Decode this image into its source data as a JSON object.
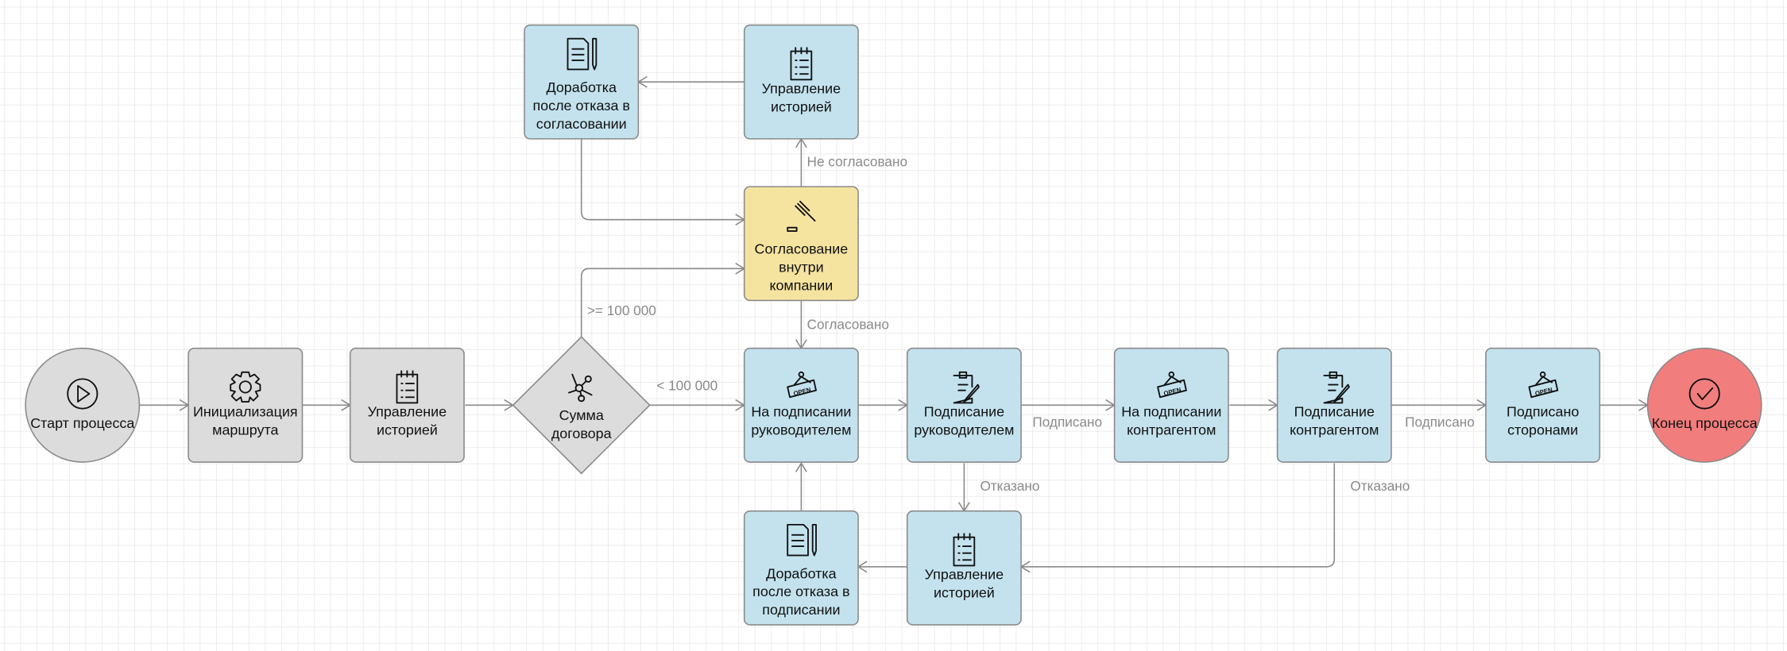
{
  "colors": {
    "task_gray": "#dcdcdc",
    "task_blue": "#c3e2ee",
    "task_yellow": "#f5e3a0",
    "end_red": "#f27d7d",
    "stroke": "#8a8a8a"
  },
  "nodes": [
    {
      "id": "start",
      "shape": "circle",
      "color": "task_gray",
      "icon": "play-icon",
      "lines": [
        "Старт процесса"
      ]
    },
    {
      "id": "init",
      "shape": "rect",
      "color": "task_gray",
      "icon": "gear-icon",
      "lines": [
        "Инициализация",
        "маршрута"
      ]
    },
    {
      "id": "hist1",
      "shape": "rect",
      "color": "task_gray",
      "icon": "notepad-list-icon",
      "lines": [
        "Управление",
        "историей"
      ]
    },
    {
      "id": "sum",
      "shape": "diamond",
      "color": "task_gray",
      "icon": "network-hub-icon",
      "lines": [
        "Сумма",
        "договора"
      ]
    },
    {
      "id": "approve",
      "shape": "rect",
      "color": "task_yellow",
      "icon": "gavel-icon",
      "lines": [
        "Согласование",
        "внутри",
        "компании"
      ]
    },
    {
      "id": "hist_top",
      "shape": "rect",
      "color": "task_blue",
      "icon": "notepad-list-icon",
      "lines": [
        "Управление",
        "историей"
      ]
    },
    {
      "id": "rework_top",
      "shape": "rect",
      "color": "task_blue",
      "icon": "document-pen-icon",
      "lines": [
        "Доработка",
        "после отказа в",
        "согласовании"
      ]
    },
    {
      "id": "sign_mgr_wait",
      "shape": "rect",
      "color": "task_blue",
      "icon": "open-sign-icon",
      "lines": [
        "На подписании",
        "руководителем"
      ]
    },
    {
      "id": "sign_mgr",
      "shape": "rect",
      "color": "task_blue",
      "icon": "clipboard-pen-icon",
      "lines": [
        "Подписание",
        "руководителем"
      ]
    },
    {
      "id": "sign_cp_wait",
      "shape": "rect",
      "color": "task_blue",
      "icon": "open-sign-icon",
      "lines": [
        "На подписании",
        "контрагентом"
      ]
    },
    {
      "id": "sign_cp",
      "shape": "rect",
      "color": "task_blue",
      "icon": "clipboard-pen-icon",
      "lines": [
        "Подписание",
        "контрагентом"
      ]
    },
    {
      "id": "signed",
      "shape": "rect",
      "color": "task_blue",
      "icon": "open-sign-icon",
      "lines": [
        "Подписано",
        "сторонами"
      ]
    },
    {
      "id": "end",
      "shape": "circle",
      "color": "end_red",
      "icon": "check-circle-icon",
      "lines": [
        "Конец процесса"
      ]
    },
    {
      "id": "hist_bot",
      "shape": "rect",
      "color": "task_blue",
      "icon": "notepad-list-icon",
      "lines": [
        "Управление",
        "историей"
      ]
    },
    {
      "id": "rework_bot",
      "shape": "rect",
      "color": "task_blue",
      "icon": "document-pen-icon",
      "lines": [
        "Доработка",
        "после отказа в",
        "подписании"
      ]
    }
  ],
  "edges": [
    {
      "from": "start",
      "to": "init",
      "label": ""
    },
    {
      "from": "init",
      "to": "hist1",
      "label": ""
    },
    {
      "from": "hist1",
      "to": "sum",
      "label": ""
    },
    {
      "from": "sum",
      "to": "sign_mgr_wait",
      "label": "< 100 000"
    },
    {
      "from": "sum",
      "to": "approve",
      "label": ">= 100 000"
    },
    {
      "from": "rework_top",
      "to": "approve",
      "label": ""
    },
    {
      "from": "approve",
      "to": "hist_top",
      "label": "Не согласовано"
    },
    {
      "from": "hist_top",
      "to": "rework_top",
      "label": ""
    },
    {
      "from": "approve",
      "to": "sign_mgr_wait",
      "label": "Согласовано"
    },
    {
      "from": "sign_mgr_wait",
      "to": "sign_mgr",
      "label": ""
    },
    {
      "from": "sign_mgr",
      "to": "sign_cp_wait",
      "label": "Подписано"
    },
    {
      "from": "sign_cp_wait",
      "to": "sign_cp",
      "label": ""
    },
    {
      "from": "sign_cp",
      "to": "signed",
      "label": "Подписано"
    },
    {
      "from": "signed",
      "to": "end",
      "label": ""
    },
    {
      "from": "sign_mgr",
      "to": "hist_bot",
      "label": "Отказано"
    },
    {
      "from": "sign_cp",
      "to": "hist_bot",
      "label": "Отказано"
    },
    {
      "from": "hist_bot",
      "to": "rework_bot",
      "label": ""
    },
    {
      "from": "rework_bot",
      "to": "sign_mgr_wait",
      "label": ""
    }
  ]
}
